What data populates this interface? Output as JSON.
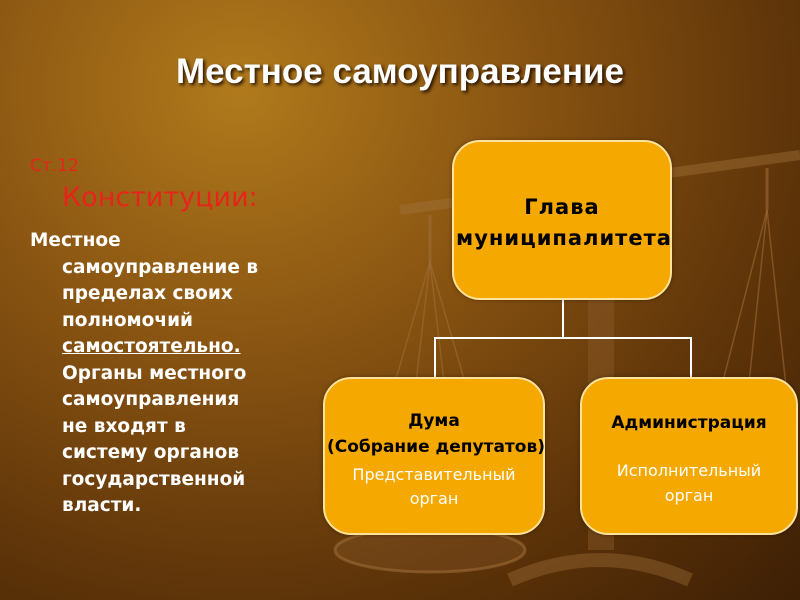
{
  "title": "Местное самоуправление",
  "article": {
    "number": "Ст.12",
    "name": "Конституции:"
  },
  "body": {
    "line1": "Местное",
    "line2": "самоуправление в",
    "line3": "пределах своих",
    "line4": "полномочий",
    "line5": "самостоятельно.",
    "line6": "Органы местного",
    "line7": "самоуправления",
    "line8": "не входят в",
    "line9": "систему органов",
    "line10": "государственной",
    "line11": "власти."
  },
  "diagram": {
    "head": {
      "line1": "Глава",
      "line2": "муниципалитета"
    },
    "duma": {
      "line1": "Дума",
      "line2": "(Собрание депутатов)",
      "line3": "Представительный",
      "line4": "орган"
    },
    "admin": {
      "line1": "Администрация",
      "line2": "Исполнительный",
      "line3": "орган"
    }
  },
  "colors": {
    "box_fill": "#f5a800",
    "article_red": "#e8241a",
    "text_white": "#ffffff"
  }
}
